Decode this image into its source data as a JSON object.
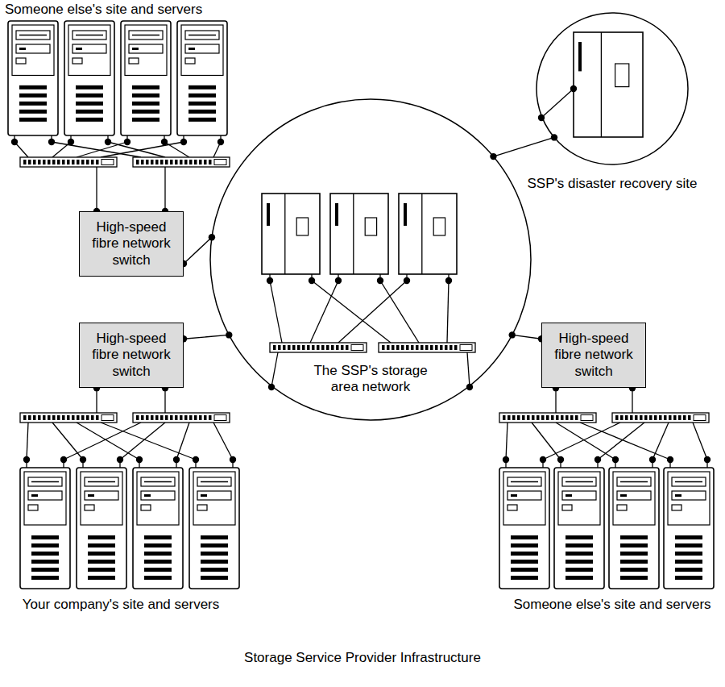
{
  "diagram": {
    "caption": "Storage Service Provider Infrastructure",
    "nodes": [
      {
        "text": [
          "SSP's disaster recovery site"
        ]
      },
      {
        "text": [
          "High-speed fibre network switch"
        ]
      },
      {
        "text": [
          "The SSP's storage area network"
        ]
      },
      {
        "text": [
          "High-speed fibre network switch"
        ]
      },
      {
        "text": [
          "High-speed fibre network switch"
        ]
      }
    ],
    "edges": [
      {
        "from": 0,
        "to": 2,
        "arrow": "none"
      },
      {
        "from": 1,
        "to": 2,
        "arrow": "none"
      },
      {
        "from": 3,
        "to": 2,
        "arrow": "none"
      },
      {
        "from": 4,
        "to": 2,
        "arrow": "none"
      }
    ],
    "labels": [
      "Someone else's site and servers",
      "Your company's site and servers",
      "Someone else's site and servers"
    ]
  }
}
